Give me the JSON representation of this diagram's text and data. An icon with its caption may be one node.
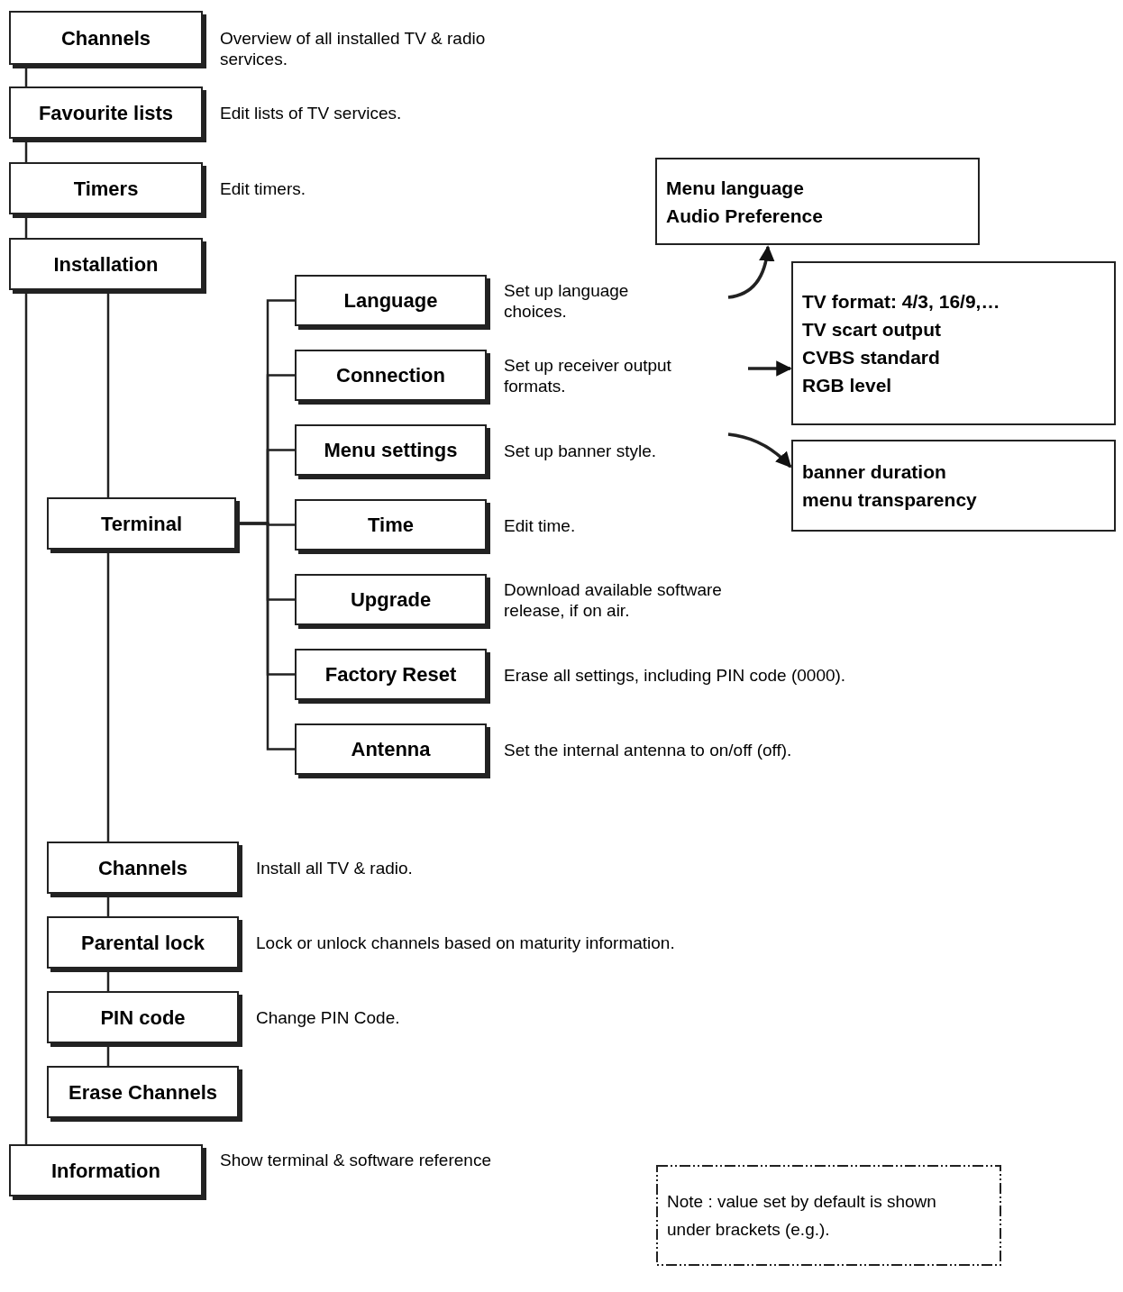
{
  "diagram": {
    "nodes": [
      {
        "text": [
          "Channels"
        ],
        "beside": [
          "Overview of all installed TV & radio services."
        ]
      },
      {
        "text": [
          "Favourite lists"
        ],
        "beside": [
          "Edit lists of TV services."
        ]
      },
      {
        "text": [
          "Timers"
        ],
        "beside": [
          "Edit timers."
        ]
      },
      {
        "text": [
          "Installation"
        ]
      },
      {
        "text": [
          "Terminal"
        ]
      },
      {
        "text": [
          "Language"
        ],
        "beside": [
          "Set up language choices."
        ]
      },
      {
        "text": [
          "Connection"
        ],
        "beside": [
          "Set up receiver output formats."
        ]
      },
      {
        "text": [
          "Menu settings"
        ],
        "beside": [
          "Set up banner style."
        ]
      },
      {
        "text": [
          "Time"
        ],
        "beside": [
          "Edit time."
        ]
      },
      {
        "text": [
          "Upgrade"
        ],
        "beside": [
          "Download available software release, if on air."
        ]
      },
      {
        "text": [
          "Factory Reset"
        ],
        "beside": [
          "Erase all settings, including PIN code (0000)."
        ]
      },
      {
        "text": [
          "Antenna"
        ],
        "beside": [
          "Set the internal antenna to on/off (off)."
        ]
      },
      {
        "text": [
          "Channels"
        ],
        "beside": [
          "Install all TV & radio."
        ]
      },
      {
        "text": [
          "Parental lock"
        ],
        "beside": [
          "Lock or unlock channels based on maturity information."
        ]
      },
      {
        "text": [
          "PIN code"
        ],
        "beside": [
          "Change PIN Code."
        ]
      },
      {
        "text": [
          "Erase Channels"
        ]
      },
      {
        "text": [
          "Information"
        ],
        "beside": [
          "Show terminal & software reference"
        ]
      },
      {
        "text": [
          "Menu language",
          "Audio Preference"
        ]
      },
      {
        "text": [
          "TV format: 4/3, 16/9,…",
          "TV scart output",
          "CVBS standard",
          "RGB level"
        ]
      },
      {
        "text": [
          "banner duration",
          "menu transparency"
        ]
      },
      {
        "text": [
          "Note : value set by default is shown under brackets (e.g.)."
        ]
      }
    ],
    "edges": [
      {
        "from": 0,
        "to": 1,
        "arrow": "none"
      },
      {
        "from": 1,
        "to": 2,
        "arrow": "none"
      },
      {
        "from": 2,
        "to": 3,
        "arrow": "none"
      },
      {
        "from": 3,
        "to": 16,
        "arrow": "none"
      },
      {
        "from": 3,
        "to": 4,
        "arrow": "none"
      },
      {
        "from": 4,
        "to": 5,
        "arrow": "none"
      },
      {
        "from": 4,
        "to": 6,
        "arrow": "none"
      },
      {
        "from": 4,
        "to": 7,
        "arrow": "none"
      },
      {
        "from": 4,
        "to": 8,
        "arrow": "none"
      },
      {
        "from": 4,
        "to": 9,
        "arrow": "none"
      },
      {
        "from": 4,
        "to": 10,
        "arrow": "none"
      },
      {
        "from": 4,
        "to": 11,
        "arrow": "none"
      },
      {
        "from": 4,
        "to": 12,
        "arrow": "none"
      },
      {
        "from": 12,
        "to": 13,
        "arrow": "none"
      },
      {
        "from": 13,
        "to": 14,
        "arrow": "none"
      },
      {
        "from": 14,
        "to": 15,
        "arrow": "none"
      },
      {
        "from": null,
        "to": 17,
        "arrow": "to"
      },
      {
        "from": null,
        "to": 18,
        "arrow": "to"
      },
      {
        "from": null,
        "to": 19,
        "arrow": "to"
      }
    ]
  }
}
